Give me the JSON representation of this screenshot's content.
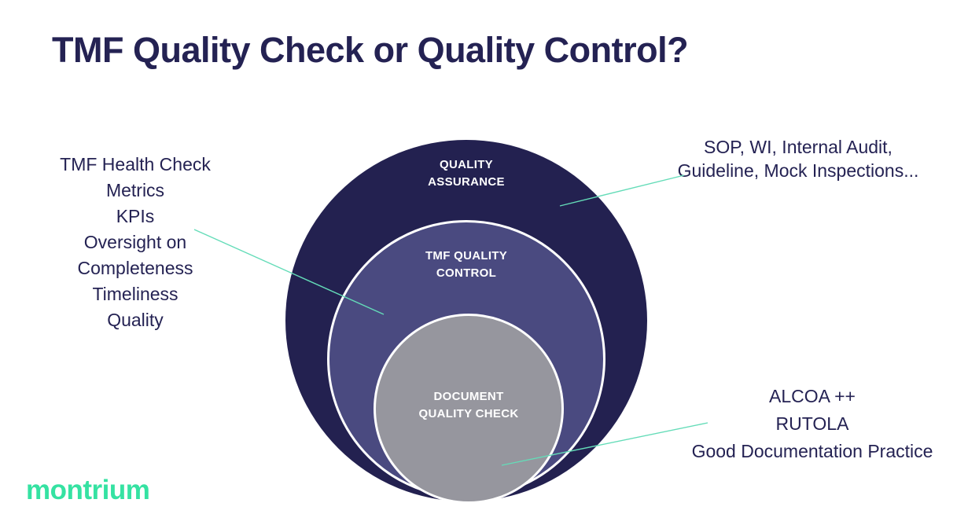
{
  "title": "TMF Quality Check or Quality Control?",
  "diagram": {
    "type": "nested-circles",
    "circles": [
      {
        "name": "quality-assurance",
        "label": [
          "QUALITY",
          "ASSURANCE"
        ],
        "color": "#232150",
        "text_color": "#ffffff"
      },
      {
        "name": "tmf-quality-control",
        "label": [
          "TMF QUALITY",
          "CONTROL"
        ],
        "color": "#4a4a80",
        "text_color": "#ffffff"
      },
      {
        "name": "document-quality-check",
        "label": [
          "DOCUMENT",
          "QUALITY CHECK"
        ],
        "color": "#96969e",
        "text_color": "#ffffff"
      }
    ]
  },
  "annotations": {
    "left": {
      "target": "tmf-quality-control",
      "lines": [
        "TMF Health Check",
        "Metrics",
        "KPIs",
        "Oversight on",
        "Completeness",
        "Timeliness",
        "Quality"
      ]
    },
    "top_right": {
      "target": "quality-assurance",
      "lines": [
        "SOP, WI, Internal Audit,",
        "Guideline, Mock Inspections..."
      ]
    },
    "bottom_right": {
      "target": "document-quality-check",
      "lines": [
        "ALCOA ++",
        "RUTOLA",
        "Good Documentation Practice"
      ]
    }
  },
  "connector_color": "#64dcb8",
  "text_color": "#242253",
  "logo": {
    "text": "montrium",
    "color": "#35e2a2"
  }
}
